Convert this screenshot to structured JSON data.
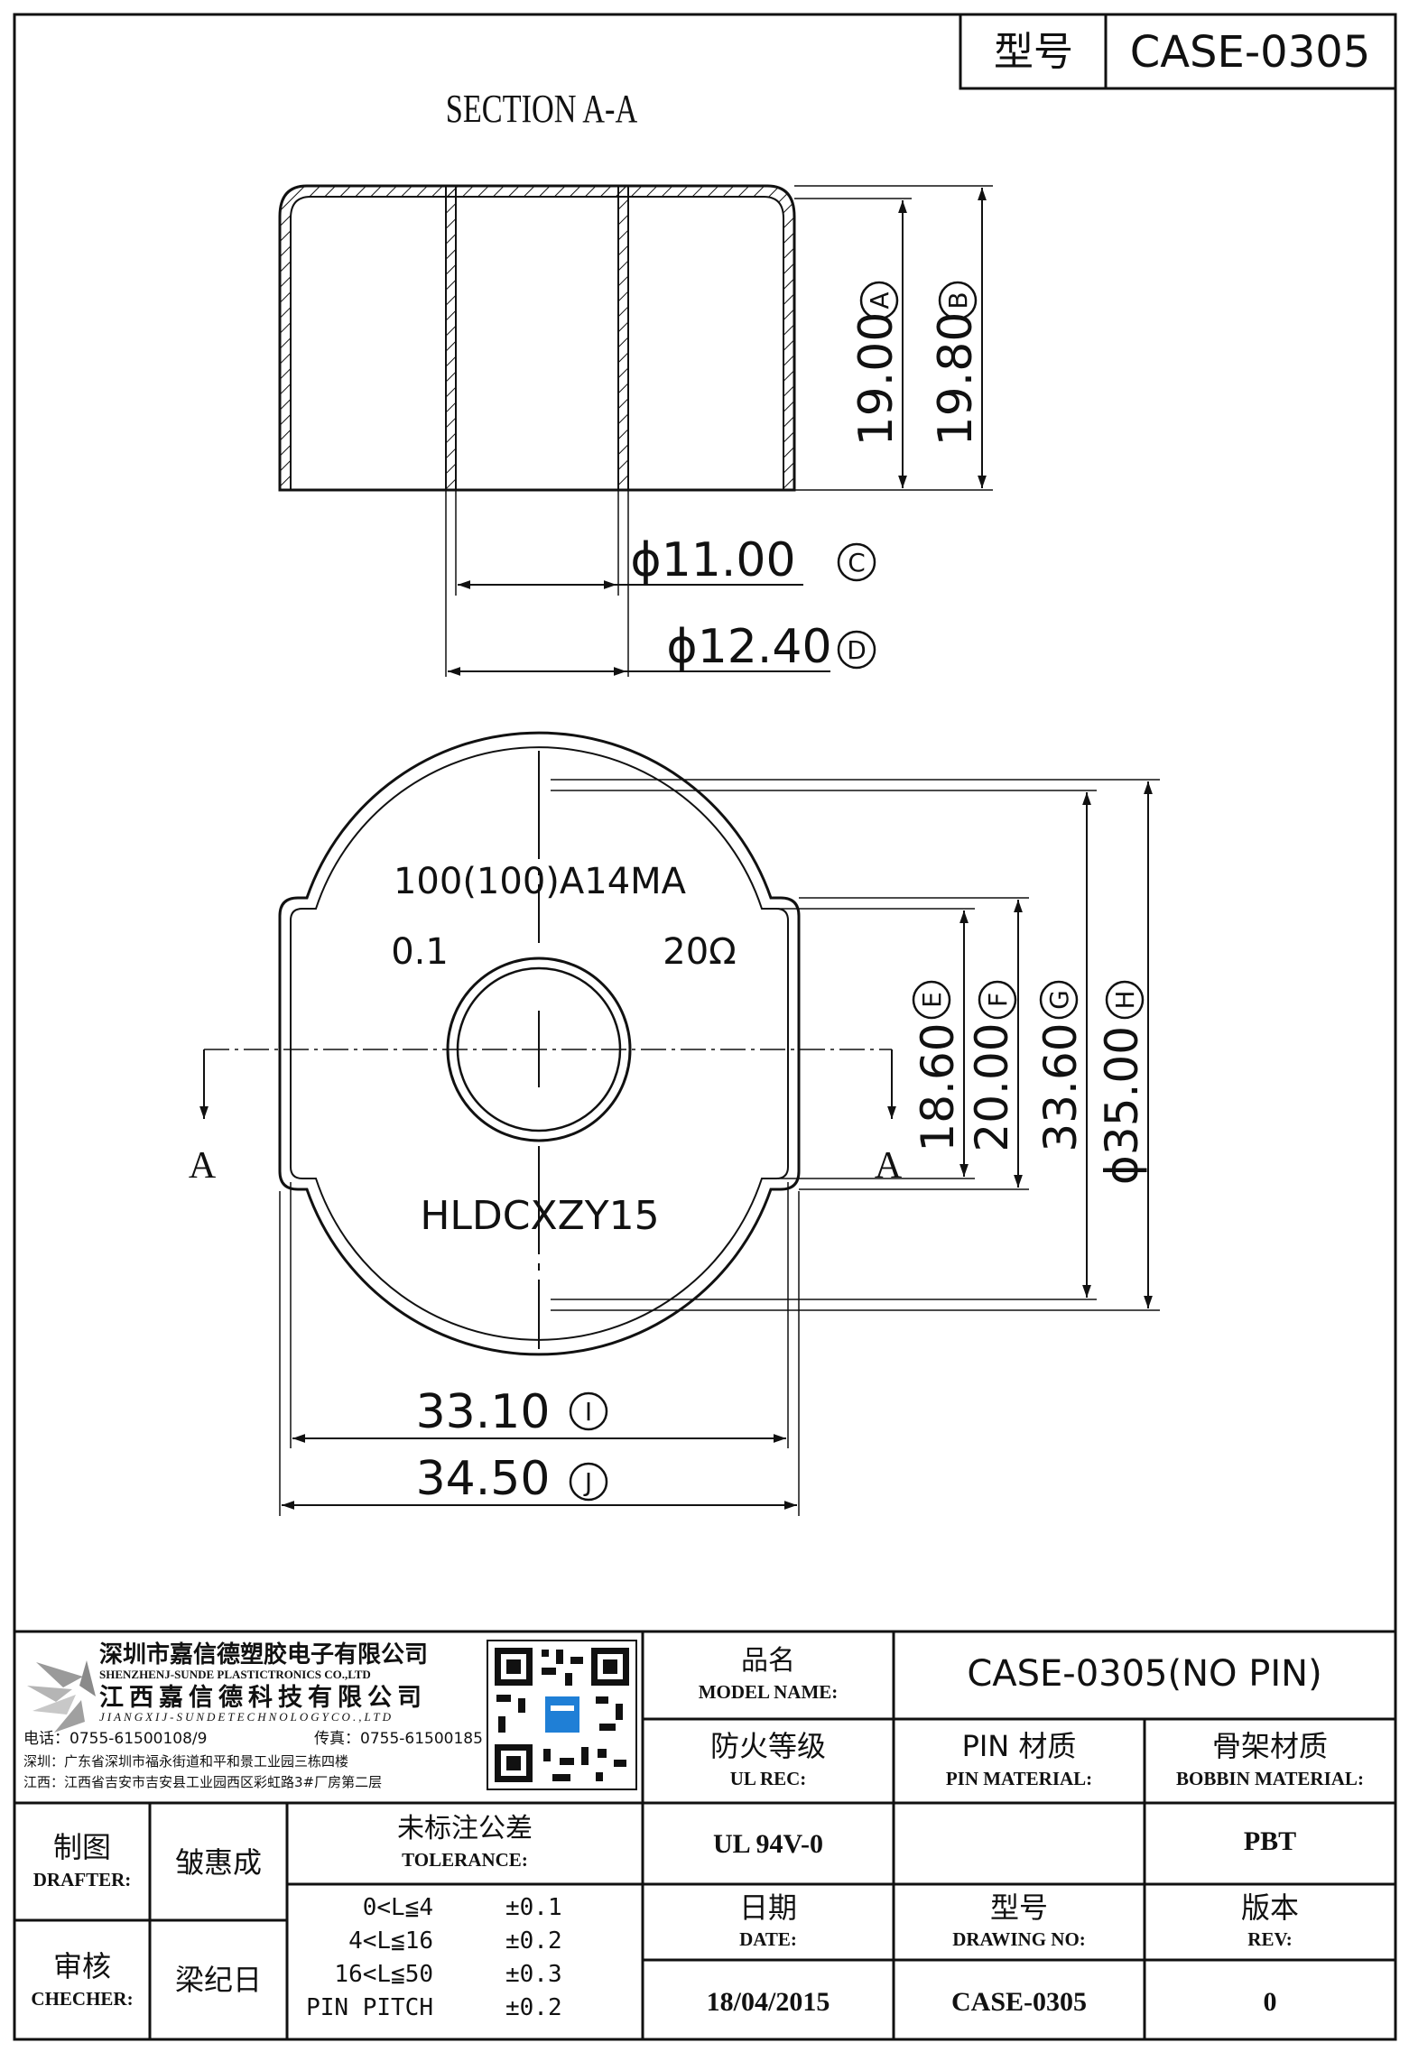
{
  "header": {
    "model_label": "型号",
    "model_value": "CASE-0305"
  },
  "section_view": {
    "title": "SECTION A-A",
    "dims": {
      "a": "19.00",
      "b": "19.80",
      "c": "ϕ11.00",
      "d": "ϕ12.40"
    },
    "callouts": {
      "a": "A",
      "b": "B",
      "c": "C",
      "d": "D"
    }
  },
  "top_view": {
    "marking_line1": "100(100)A14MA",
    "marking_left": "0.1",
    "marking_right": "20Ω",
    "marking_bottom": "HLDCXZY15",
    "section_mark_left": "A",
    "section_mark_right": "A",
    "dims": {
      "e": "18.60",
      "f": "20.00",
      "g": "33.60",
      "h": "ϕ35.00",
      "i": "33.10",
      "j": "34.50"
    },
    "callouts": {
      "e": "E",
      "f": "F",
      "g": "G",
      "h": "H",
      "i": "I",
      "j": "J"
    }
  },
  "title_block": {
    "company_cn_1": "深圳市嘉信德塑胶电子有限公司",
    "company_en_1": "SHENZHENJ-SUNDE PLASTICTRONICS CO.,LTD",
    "company_cn_2": "江西嘉信德科技有限公司",
    "company_en_2": "JIANGXIJ-SUNDETECHNOLOGYCO.,LTD",
    "phone": "电话：0755-61500108/9",
    "fax": "传真：0755-61500185",
    "addr_sz": "深圳：广东省深圳市福永街道和平和景工业园三栋四楼",
    "addr_jx": "江西：江西省吉安市吉安县工业园西区彩虹路3#厂房第二层",
    "product_name_cn": "品名",
    "product_name_en": "MODEL NAME:",
    "product_name_value": "CASE-0305(NO PIN)",
    "ul_cn": "防火等级",
    "ul_en": "UL REC:",
    "pin_cn": "PIN 材质",
    "pin_en": "PIN MATERIAL:",
    "bobbin_cn": "骨架材质",
    "bobbin_en": "BOBBIN MATERIAL:",
    "drafter_cn": "制图",
    "drafter_en": "DRAFTER:",
    "drafter_name": "皱惠成",
    "tolerance_cn": "未标注公差",
    "tolerance_en": "TOLERANCE:",
    "ul_value": "UL 94V-0",
    "pin_value": "",
    "bobbin_value": "PBT",
    "checker_cn": "审核",
    "checker_en": "CHECHER:",
    "checker_name": "梁纪日",
    "tolerances": [
      {
        "range": "0<L≦4",
        "value": "±0.1"
      },
      {
        "range": "4<L≦16",
        "value": "±0.2"
      },
      {
        "range": "16<L≦50",
        "value": "±0.3"
      },
      {
        "range": "PIN PITCH",
        "value": "±0.2"
      }
    ],
    "date_cn": "日期",
    "date_en": "DATE:",
    "drawing_no_cn": "型号",
    "drawing_no_en": "DRAWING NO:",
    "rev_cn": "版本",
    "rev_en": "REV:",
    "date_value": "18/04/2015",
    "drawing_no_value": "CASE-0305",
    "rev_value": "0"
  }
}
